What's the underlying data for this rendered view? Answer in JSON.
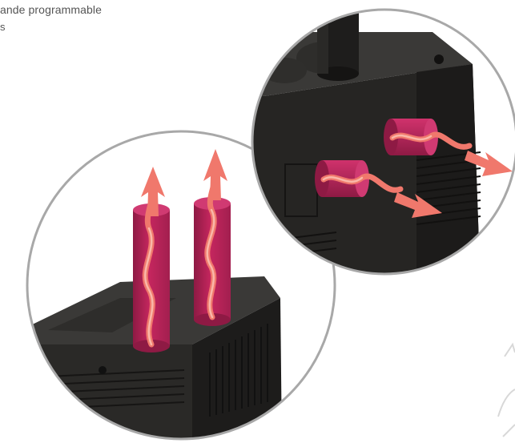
{
  "caption": {
    "text": "ande programmable",
    "tail": "s"
  },
  "illustration": {
    "left_circle": {
      "subject": "stove top with two vertical heat outlets",
      "outlet_count": 2,
      "flow_direction": "up"
    },
    "right_circle": {
      "subject": "stove back with two horizontal heat outlets",
      "outlet_count": 2,
      "flow_direction": "right"
    },
    "colors": {
      "duct": "#c4265e",
      "duct_dark": "#8e1a44",
      "arrow": "#f0786c",
      "arrow_dark": "#e8594e",
      "stove": "#2b2a28",
      "stove_dark": "#1a1918",
      "circle_border": "#a8a8a8"
    }
  }
}
